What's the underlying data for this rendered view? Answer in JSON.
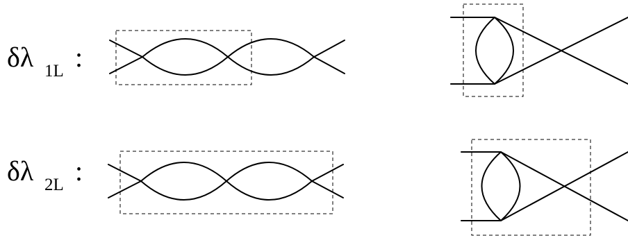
{
  "rows": [
    {
      "label": "δλ",
      "subscript": "1L",
      "colon": ":"
    },
    {
      "label": "δλ",
      "subscript": "2L",
      "colon": ":"
    }
  ],
  "colors": {
    "ink": "#000000",
    "background": "#ffffff"
  }
}
